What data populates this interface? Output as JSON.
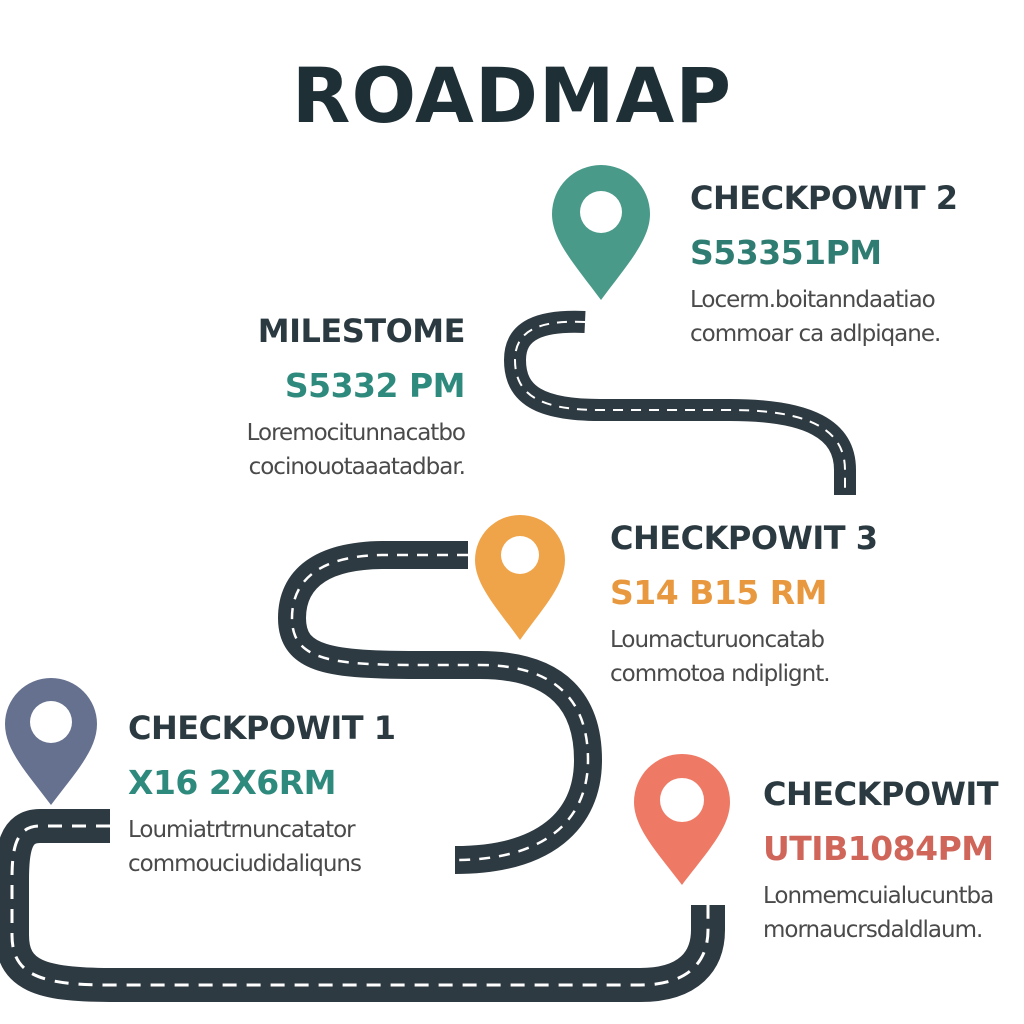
{
  "title": "ROADMAP",
  "colors": {
    "title": "#1f2f36",
    "road": "#2e3a42",
    "road_dash": "#ffffff",
    "heading": "#2b3a41",
    "body_text": "#4a4a4a"
  },
  "markers": [
    {
      "id": "checkpoint-2",
      "icon": "map-pin-icon",
      "color": "#4a9a8a",
      "title": "CHECKPOWIT 2",
      "time": "S53351PM",
      "time_color": "#2f7d72",
      "desc_line1": "Locerm.boitanndaatiao",
      "desc_line2": "commoar ca adlpiqane."
    },
    {
      "id": "milestone",
      "icon": null,
      "color": null,
      "title": "MILESTOME",
      "time": "S5332 PM",
      "time_color": "#2f8a7e",
      "desc_line1": "Loremocitunnacatbo",
      "desc_line2": "cocinouotaaatadbar."
    },
    {
      "id": "checkpoint-3",
      "icon": "map-pin-icon",
      "color": "#f0a44a",
      "title": "CHECKPOWIT 3",
      "time": "S14 B15 RM",
      "time_color": "#e8993f",
      "desc_line1": "Loumacturuoncatab",
      "desc_line2": "commotoa ndiplignt."
    },
    {
      "id": "checkpoint-1",
      "icon": "map-pin-icon",
      "color": "#65718f",
      "title": "CHECKPOWIT 1",
      "time": "X16 2X6RM",
      "time_color": "#2f8a7e",
      "desc_line1": "Loumiatrtrnuncatator",
      "desc_line2": "commouciudidaliquns"
    },
    {
      "id": "checkpoint-4",
      "icon": "map-pin-icon",
      "color": "#ee7a66",
      "title": "CHECKPOWIT",
      "time": "UTIB1084PM",
      "time_color": "#d0655a",
      "desc_line1": "Lonmemcuialucuntba",
      "desc_line2": "mornaucrsdaldlaum."
    }
  ]
}
